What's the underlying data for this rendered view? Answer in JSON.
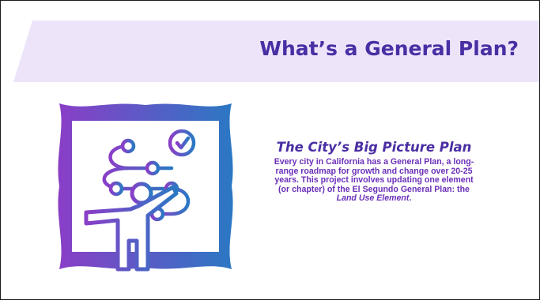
{
  "slide": {
    "title": "What’s a General Plan?",
    "subtitle": "The City’s Big Picture Plan",
    "body": {
      "text_before": "Every city in California has a General Plan, a long-range roadmap for growth and change over 20-25 years. This project involves updating one element (or chapter) of the El Segundo General Plan: the ",
      "emphasis": "Land Use Element",
      "text_after": "."
    },
    "illustration_icon": "presenter-flowchart-icon"
  },
  "colors": {
    "title": "#4a2ea3",
    "body_text": "#6a2fb8",
    "title_band": "#ede4fa",
    "gradient_start": "#8a3ec7",
    "gradient_end": "#2b78c4"
  }
}
